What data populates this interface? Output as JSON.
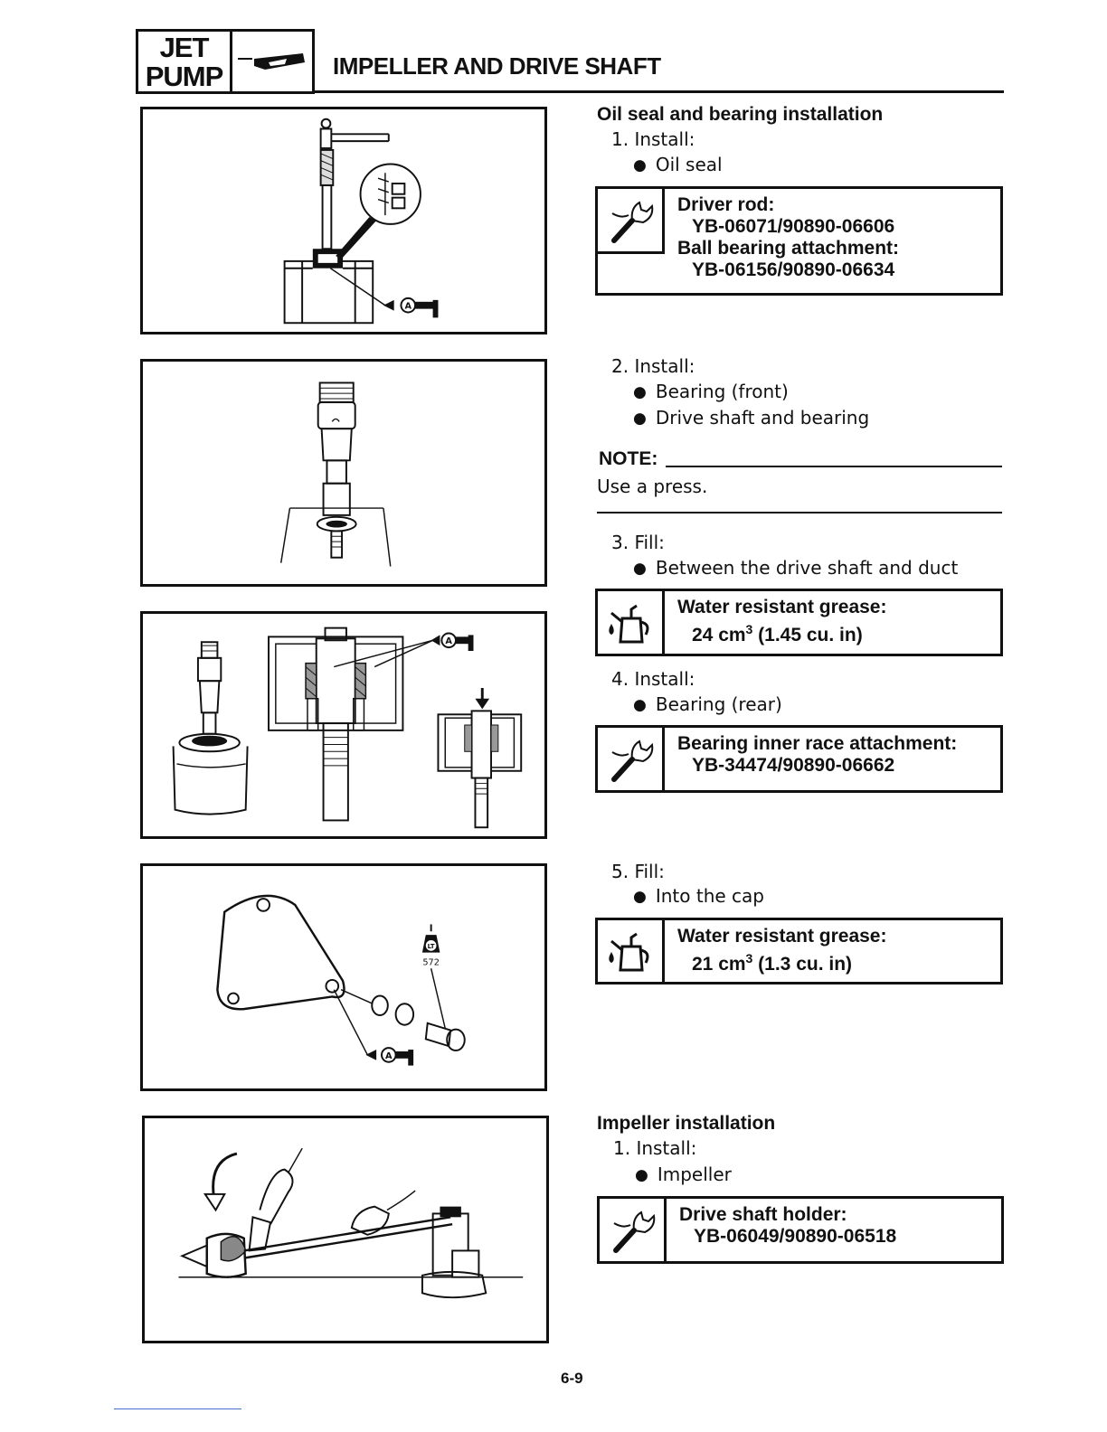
{
  "header": {
    "tag_line1": "JET",
    "tag_line2": "PUMP",
    "tag_icon": "jet-pump-section-icon",
    "title": "IMPELLER AND DRIVE SHAFT"
  },
  "sections": {
    "oil_seal": {
      "heading": "Oil seal and bearing installation",
      "step1": "1. Install:",
      "step1_item": "Oil seal",
      "tool1": {
        "icon": "special-tool-icon",
        "line1": "Driver rod:",
        "line2": "YB-06071/90890-06606",
        "line3": "Ball bearing attachment:",
        "line4": "YB-06156/90890-06634"
      },
      "step2": "2. Install:",
      "step2_item1": "Bearing (front)",
      "step2_item2": "Drive shaft and bearing",
      "note_label": "NOTE:",
      "note_text": "Use a press.",
      "step3": "3. Fill:",
      "step3_item": "Between the drive shaft and duct",
      "grease1": {
        "icon": "grease-can-icon",
        "line1": "Water resistant grease:",
        "line2_value": "24 cm",
        "line2_sup": "3",
        "line2_rest": " (1.45 cu. in)"
      },
      "step4": "4. Install:",
      "step4_item": "Bearing (rear)",
      "tool2": {
        "icon": "special-tool-icon",
        "line1": "Bearing inner race attachment:",
        "line2": "YB-34474/90890-06662"
      },
      "step5": "5. Fill:",
      "step5_item": "Into the cap",
      "grease2": {
        "icon": "grease-can-icon",
        "line1": "Water resistant grease:",
        "line2_value": "21 cm",
        "line2_sup": "3",
        "line2_rest": " (1.3 cu. in)"
      }
    },
    "impeller": {
      "heading": "Impeller installation",
      "step1": "1. Install:",
      "step1_item": "Impeller",
      "tool": {
        "icon": "special-tool-icon",
        "line1": "Drive shaft holder:",
        "line2": "YB-06049/90890-06518"
      }
    }
  },
  "figures": {
    "fig1_callout": "A",
    "fig3_callout": "A",
    "fig4_callout": "A",
    "fig4_locktite_label": "LT",
    "fig4_locktite_number": "572"
  },
  "footer": {
    "page_number": "6-9"
  }
}
